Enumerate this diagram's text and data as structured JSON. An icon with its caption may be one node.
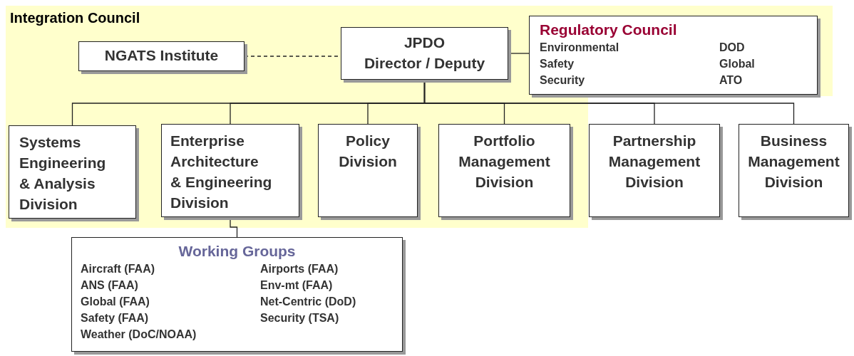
{
  "diagram": {
    "nodes": [
      {
        "text": [
          "Integration Council"
        ]
      },
      {
        "text": [
          "NGATS Institute"
        ],
        "in": 0
      },
      {
        "text": [
          "JPDO Director / Deputy"
        ],
        "in": 0
      },
      {
        "text": [
          "Regulatory Council",
          "Environmental",
          "DOD",
          "Safety",
          "Global",
          "Security",
          "ATO"
        ],
        "in": 0
      },
      {
        "text": [
          "Systems Engineering & Analysis Division"
        ],
        "in": 0
      },
      {
        "text": [
          "Enterprise Architecture & Engineering Division"
        ],
        "in": 0
      },
      {
        "text": [
          "Policy Division"
        ],
        "in": 0
      },
      {
        "text": [
          "Portfolio Management Division"
        ],
        "in": 0
      },
      {
        "text": [
          "Partnership Management Division"
        ]
      },
      {
        "text": [
          "Business Management Division"
        ]
      },
      {
        "text": [
          "Working Groups",
          "Aircraft (FAA)",
          "Airports (FAA)",
          "ANS (FAA)",
          "Env-mt (FAA)",
          "Global (FAA)",
          "Net-Centric (DoD)",
          "Safety (FAA)",
          "Security (TSA)",
          "Weather (DoC/NOAA)"
        ]
      }
    ],
    "edges": [
      {
        "from": 1,
        "to": 2,
        "arrow": "none",
        "style": "dashed"
      },
      {
        "from": 2,
        "to": 3,
        "arrow": "none"
      },
      {
        "from": 2,
        "to": 4,
        "arrow": "none"
      },
      {
        "from": 2,
        "to": 5,
        "arrow": "none"
      },
      {
        "from": 2,
        "to": 6,
        "arrow": "none"
      },
      {
        "from": 2,
        "to": 7,
        "arrow": "none"
      },
      {
        "from": 2,
        "to": 8,
        "arrow": "none"
      },
      {
        "from": 2,
        "to": 9,
        "arrow": "none"
      },
      {
        "from": 5,
        "to": 10,
        "arrow": "none"
      }
    ]
  }
}
